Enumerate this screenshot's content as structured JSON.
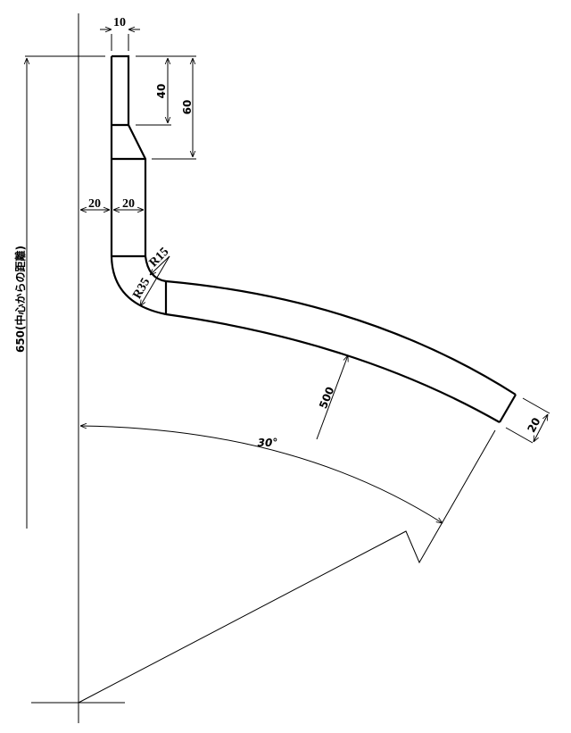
{
  "drawing": {
    "labels": {
      "top_width": "10",
      "upper_height": "40",
      "total_top_height": "60",
      "offset_left": "20",
      "shank_width": "20",
      "inner_radius": "R15",
      "outer_radius": "R35",
      "arc_radius": "500",
      "tip_width": "20",
      "angle": "30°",
      "center_distance": "650(中心からの距離)"
    },
    "line_color": "#000000",
    "background": "#ffffff"
  }
}
